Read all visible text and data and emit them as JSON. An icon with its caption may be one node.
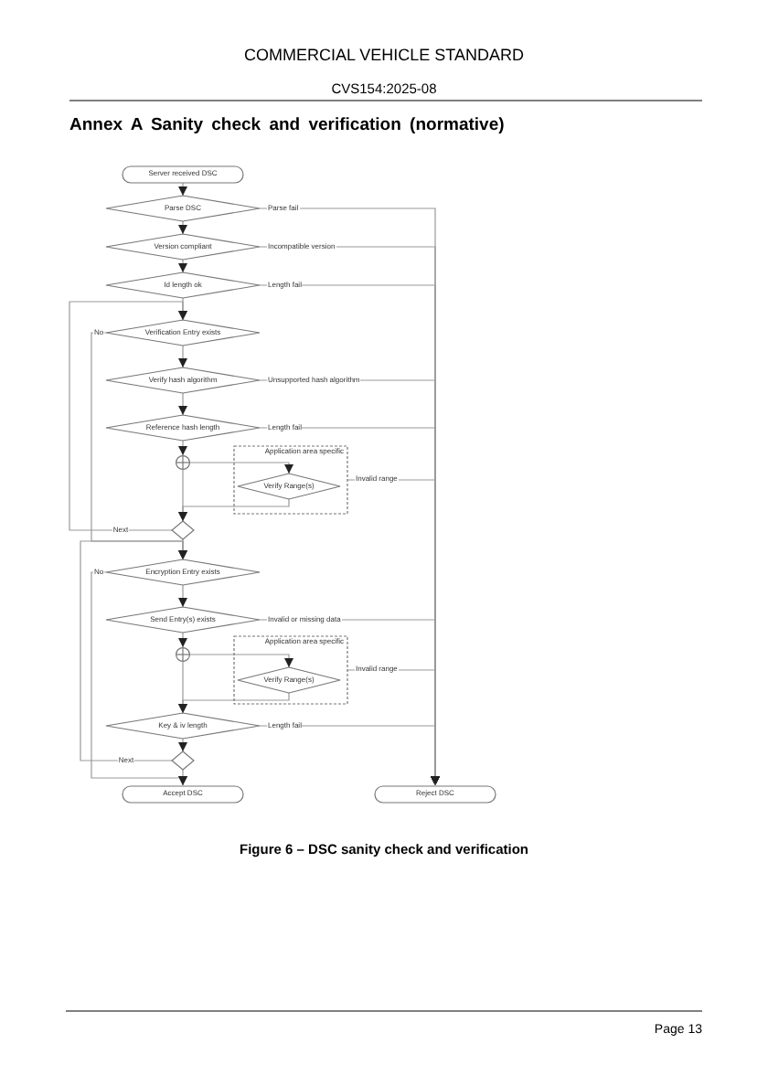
{
  "diagram": {
    "title": "Annex A Sanity check and verification (normative)",
    "caption": "Figure 6 – DSC sanity check and verification",
    "nodes": [
      {
        "text": [
          "Server received DSC"
        ]
      },
      {
        "text": [
          "Parse DSC"
        ]
      },
      {
        "text": [
          "Version compliant"
        ]
      },
      {
        "text": [
          "Id length ok"
        ]
      },
      {
        "text": [
          "Verification Entry exists"
        ]
      },
      {
        "text": [
          "Verify hash algorithm"
        ]
      },
      {
        "text": [
          "Reference hash length"
        ]
      },
      {
        "text": [],
        "shape": "circle"
      },
      {
        "text": [
          "Application area specific"
        ]
      },
      {
        "text": [
          "Verify Range(s)"
        ],
        "in": 8
      },
      {
        "text": [],
        "shape": "diamond"
      },
      {
        "text": [
          "Encryption Entry exists"
        ]
      },
      {
        "text": [
          "Send Entry(s) exists"
        ]
      },
      {
        "text": [],
        "shape": "circle"
      },
      {
        "text": [
          "Application area specific"
        ]
      },
      {
        "text": [
          "Verify Range(s)"
        ],
        "in": 14
      },
      {
        "text": [
          "Key & iv length"
        ]
      },
      {
        "text": [],
        "shape": "diamond"
      },
      {
        "text": [
          "Accept DSC"
        ]
      },
      {
        "text": [
          "Reject DSC"
        ]
      }
    ],
    "edges": [
      {
        "from": 0,
        "to": 1,
        "arrow": "to"
      },
      {
        "from": 1,
        "to": 2,
        "arrow": "to"
      },
      {
        "from": 2,
        "to": 3,
        "arrow": "to"
      },
      {
        "from": 3,
        "to": 4,
        "arrow": "to"
      },
      {
        "from": 4,
        "to": 5,
        "arrow": "to"
      },
      {
        "from": 5,
        "to": 6,
        "arrow": "to"
      },
      {
        "from": 6,
        "to": 7,
        "arrow": "to"
      },
      {
        "from": 7,
        "to": 9,
        "arrow": "to"
      },
      {
        "from": 7,
        "to": 10,
        "arrow": "to"
      },
      {
        "from": 9,
        "to": 10,
        "arrow": "to"
      },
      {
        "from": 10,
        "to": 4,
        "arrow": "to",
        "label": "Next"
      },
      {
        "from": 4,
        "to": 11,
        "arrow": "to",
        "label": "No"
      },
      {
        "from": 10,
        "to": 11,
        "arrow": "to"
      },
      {
        "from": 11,
        "to": 12,
        "arrow": "to"
      },
      {
        "from": 12,
        "to": 13,
        "arrow": "to"
      },
      {
        "from": 13,
        "to": 15,
        "arrow": "to"
      },
      {
        "from": 13,
        "to": 16,
        "arrow": "to"
      },
      {
        "from": 15,
        "to": 16,
        "arrow": "to"
      },
      {
        "from": 16,
        "to": 17,
        "arrow": "to"
      },
      {
        "from": 17,
        "to": 11,
        "arrow": "to",
        "label": "Next"
      },
      {
        "from": 17,
        "to": 18,
        "arrow": "to"
      },
      {
        "from": 11,
        "to": 18,
        "arrow": "to",
        "label": "No"
      },
      {
        "from": 1,
        "to": 19,
        "arrow": "to",
        "label": "Parse fail"
      },
      {
        "from": 2,
        "to": 19,
        "arrow": "to",
        "label": "Incompatible version"
      },
      {
        "from": 3,
        "to": 19,
        "arrow": "to",
        "label": "Length fail"
      },
      {
        "from": 5,
        "to": 19,
        "arrow": "to",
        "label": "Unsupported hash algorithm"
      },
      {
        "from": 6,
        "to": 19,
        "arrow": "to",
        "label": "Length fail"
      },
      {
        "from": 8,
        "to": 19,
        "arrow": "to",
        "label": "Invalid range"
      },
      {
        "from": 12,
        "to": 19,
        "arrow": "to",
        "label": "Invalid or missing data"
      },
      {
        "from": 14,
        "to": 19,
        "arrow": "to",
        "label": "Invalid range"
      },
      {
        "from": 16,
        "to": 19,
        "arrow": "to",
        "label": "Length fail"
      }
    ],
    "labels": [
      "COMMERCIAL VEHICLE STANDARD",
      "CVS154:2025-08",
      "Page 13"
    ]
  }
}
